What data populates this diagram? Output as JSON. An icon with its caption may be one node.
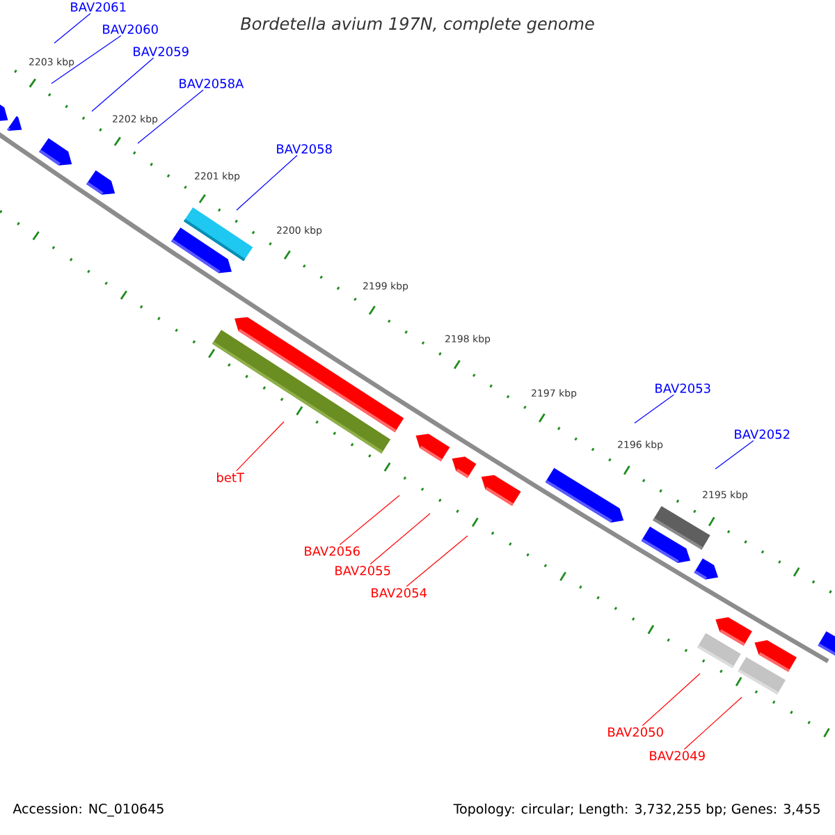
{
  "diagram": {
    "title": "Bordetella avium 197N, complete genome",
    "nodes": [
      {
        "text": [
          "BAV2061"
        ]
      },
      {
        "text": [
          "BAV2060"
        ]
      },
      {
        "text": [
          "BAV2059"
        ]
      },
      {
        "text": [
          "BAV2058A"
        ]
      },
      {
        "text": [
          "BAV2058"
        ]
      },
      {
        "text": [
          "BAV2053"
        ]
      },
      {
        "text": [
          "BAV2052"
        ]
      },
      {
        "text": [
          "betT"
        ]
      },
      {
        "text": [
          "BAV2056"
        ]
      },
      {
        "text": [
          "BAV2055"
        ]
      },
      {
        "text": [
          "BAV2054"
        ]
      },
      {
        "text": [
          "BAV2050"
        ]
      },
      {
        "text": [
          "BAV2049"
        ]
      }
    ],
    "edges": [
      {
        "from": 0,
        "to": null,
        "arrow": "none"
      },
      {
        "from": 1,
        "to": null,
        "arrow": "none"
      },
      {
        "from": 2,
        "to": null,
        "arrow": "none"
      },
      {
        "from": 3,
        "to": null,
        "arrow": "none"
      },
      {
        "from": 4,
        "to": null,
        "arrow": "none"
      },
      {
        "from": 5,
        "to": null,
        "arrow": "none"
      },
      {
        "from": 6,
        "to": null,
        "arrow": "none"
      },
      {
        "from": 7,
        "to": null,
        "arrow": "none",
        "color": "#ff0000"
      },
      {
        "from": 8,
        "to": null,
        "arrow": "none",
        "color": "#ff0000"
      },
      {
        "from": 9,
        "to": null,
        "arrow": "none",
        "color": "#ff0000"
      },
      {
        "from": 10,
        "to": null,
        "arrow": "none",
        "color": "#ff0000"
      },
      {
        "from": 11,
        "to": null,
        "arrow": "none",
        "color": "#ff0000"
      },
      {
        "from": 12,
        "to": null,
        "arrow": "none",
        "color": "#ff0000"
      }
    ],
    "labels": [
      "2203 kbp",
      "2202 kbp",
      "2201 kbp",
      "2200 kbp",
      "2199 kbp",
      "2198 kbp",
      "2197 kbp",
      "2196 kbp",
      "2195 kbp",
      "Accession: NC_010645",
      "Topology: circular; Length: 3,732,255 bp; Genes: 3,455"
    ]
  }
}
